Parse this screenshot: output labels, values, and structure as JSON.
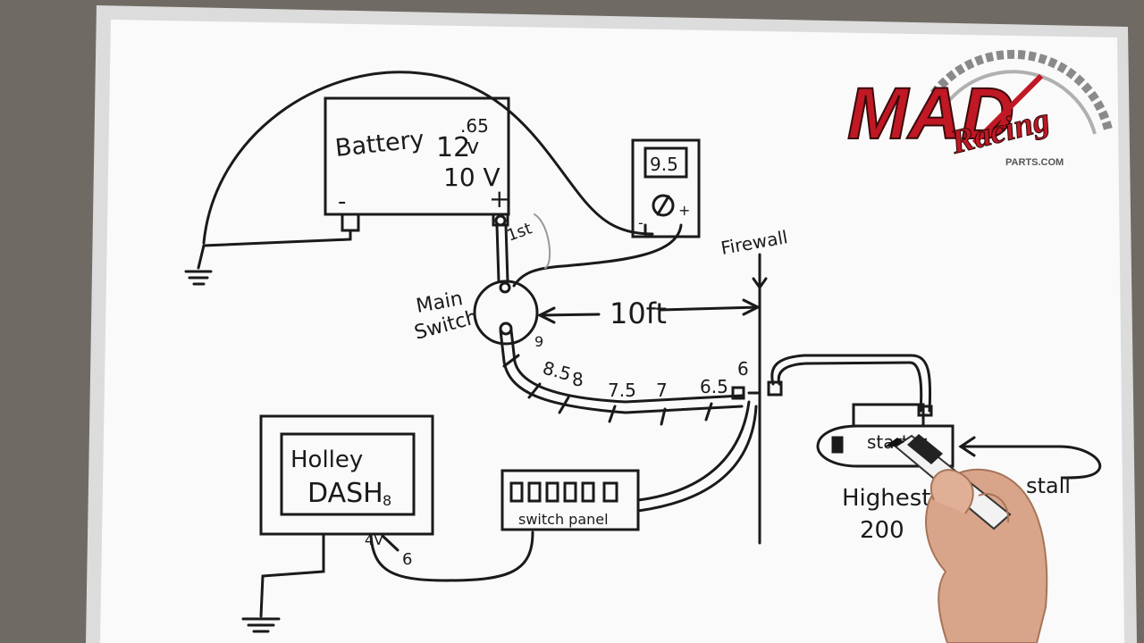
{
  "colors": {
    "wall": "#6f6a63",
    "frame": "#dcdcdc",
    "board": "#fafafa",
    "ink": "#1a1a1a",
    "logo_red": "#c01824",
    "logo_gray": "#8a8a8a"
  },
  "logo": {
    "brand": "MAD",
    "script": "Racing",
    "suffix": "PARTS.COM"
  },
  "battery": {
    "title": "Battery",
    "reading_main": "12",
    "reading_sup": ".65",
    "reading_unit": "v",
    "reading_second": "10 V",
    "neg": "-",
    "pos": "+"
  },
  "meter": {
    "display": "9.5",
    "neg": "-",
    "pos": "+"
  },
  "main_switch": {
    "label_line1": "Main",
    "label_line2": "Switch",
    "cable_note": "1st"
  },
  "distance": {
    "label": "10ft"
  },
  "firewall": {
    "label": "Firewall"
  },
  "cable_readings": [
    "9",
    "8.5",
    "8",
    "7.5",
    "7",
    "6.5",
    "6"
  ],
  "holley": {
    "line1": "Holley",
    "line2": "DASH",
    "sub": "8",
    "note_a": "4V",
    "note_b": "6"
  },
  "switch_panel": {
    "label": "switch panel"
  },
  "starter": {
    "label": "starter"
  },
  "notes": {
    "highest": "Highest",
    "amps": "200",
    "stall": "stall"
  }
}
